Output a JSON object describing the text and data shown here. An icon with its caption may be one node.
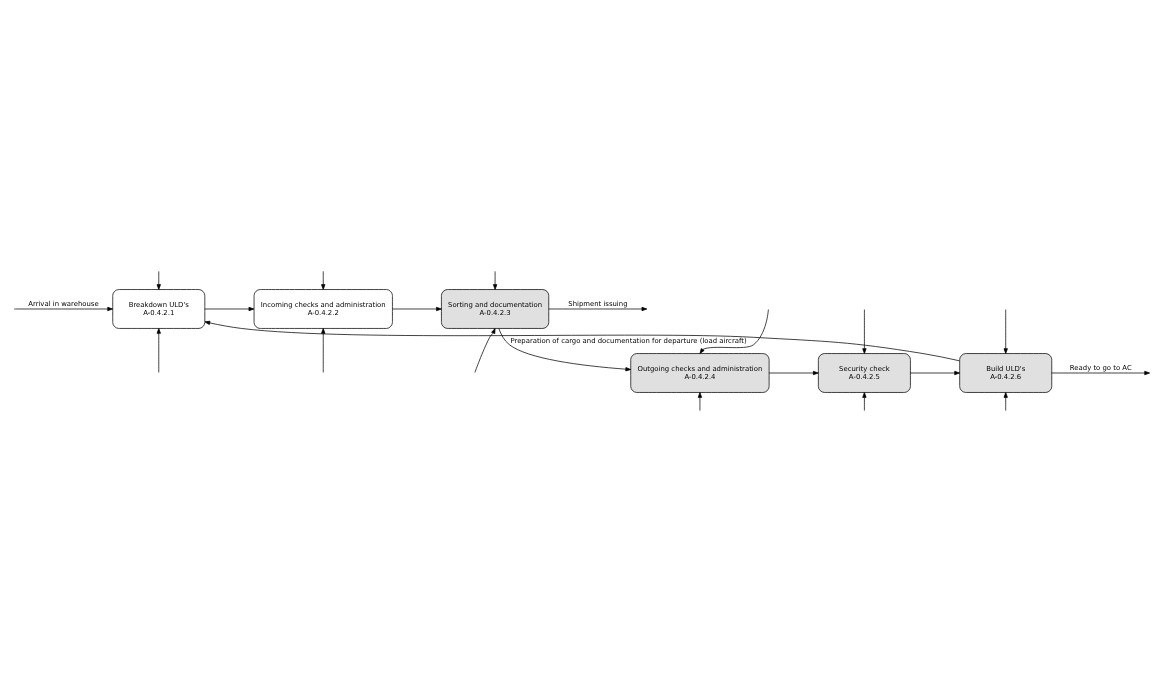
{
  "diagram": {
    "nodes": [
      {
        "text": [
          "Breakdown ULD's",
          "A-0.4.2.1"
        ]
      },
      {
        "text": [
          "Incoming checks and administration",
          "A-0.4.2.2"
        ]
      },
      {
        "text": [
          "Sorting and documentation",
          "A-0.4.2.3"
        ]
      },
      {
        "text": [
          "Outgoing checks and administration",
          "A-0.4.2.4"
        ]
      },
      {
        "text": [
          "Security check",
          "A-0.4.2.5"
        ]
      },
      {
        "text": [
          "Build ULD's",
          "A-0.4.2.6"
        ]
      }
    ],
    "edges": [
      {
        "from": null,
        "to": 0,
        "arrow": "to",
        "label": "Arrival in warehouse"
      },
      {
        "from": null,
        "to": 0,
        "arrow": "to"
      },
      {
        "from": null,
        "to": 0,
        "arrow": "to"
      },
      {
        "from": 0,
        "to": 1,
        "arrow": "to"
      },
      {
        "from": null,
        "to": 1,
        "arrow": "to"
      },
      {
        "from": null,
        "to": 1,
        "arrow": "to"
      },
      {
        "from": 1,
        "to": 2,
        "arrow": "to"
      },
      {
        "from": 2,
        "to": null,
        "arrow": "to",
        "label": "Shipment issuing"
      },
      {
        "from": null,
        "to": 2,
        "arrow": "to"
      },
      {
        "from": null,
        "to": 2,
        "arrow": "to"
      },
      {
        "from": 2,
        "to": 3,
        "arrow": "to",
        "label": "Preparation of cargo and documentation for departure (load aircraft)"
      },
      {
        "from": null,
        "to": 3,
        "arrow": "to"
      },
      {
        "from": null,
        "to": 3,
        "arrow": "to"
      },
      {
        "from": 3,
        "to": 4,
        "arrow": "to"
      },
      {
        "from": null,
        "to": 4,
        "arrow": "to"
      },
      {
        "from": null,
        "to": 4,
        "arrow": "to"
      },
      {
        "from": 4,
        "to": 5,
        "arrow": "to"
      },
      {
        "from": 5,
        "to": null,
        "arrow": "to",
        "label": "Ready to go to AC"
      },
      {
        "from": null,
        "to": 5,
        "arrow": "to"
      },
      {
        "from": null,
        "to": 5,
        "arrow": "to"
      },
      {
        "from": 5,
        "to": 0,
        "arrow": "to"
      }
    ]
  }
}
